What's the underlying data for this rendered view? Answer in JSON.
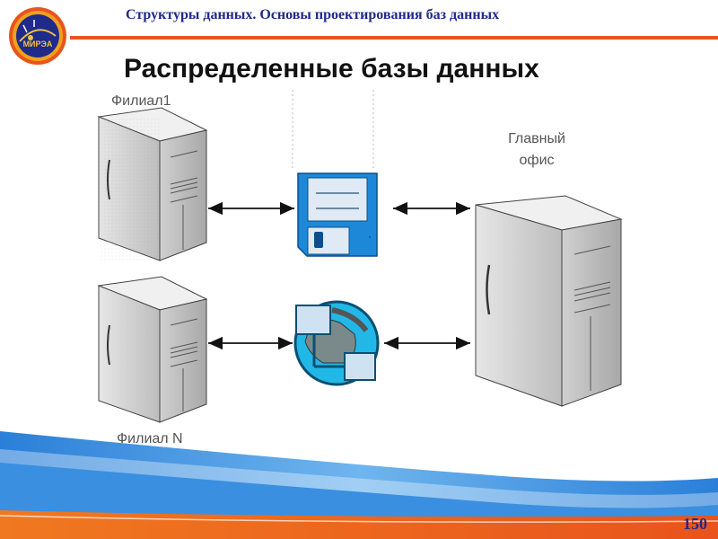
{
  "header": {
    "title": "Структуры данных. Основы проектирования баз данных",
    "logo_text": "МИРЭА",
    "accent_color": "#e8541c",
    "title_color": "#1f2a8a"
  },
  "slide": {
    "title": "Распределенные базы данных",
    "page_number": "150"
  },
  "diagram": {
    "branch1_label": "Филиал1",
    "branchN_label": "Филиал N",
    "main_office_line1": "Главный",
    "main_office_line2": "офис",
    "icons": [
      "server-icon",
      "floppy-disk-icon",
      "network-globe-icon"
    ]
  }
}
